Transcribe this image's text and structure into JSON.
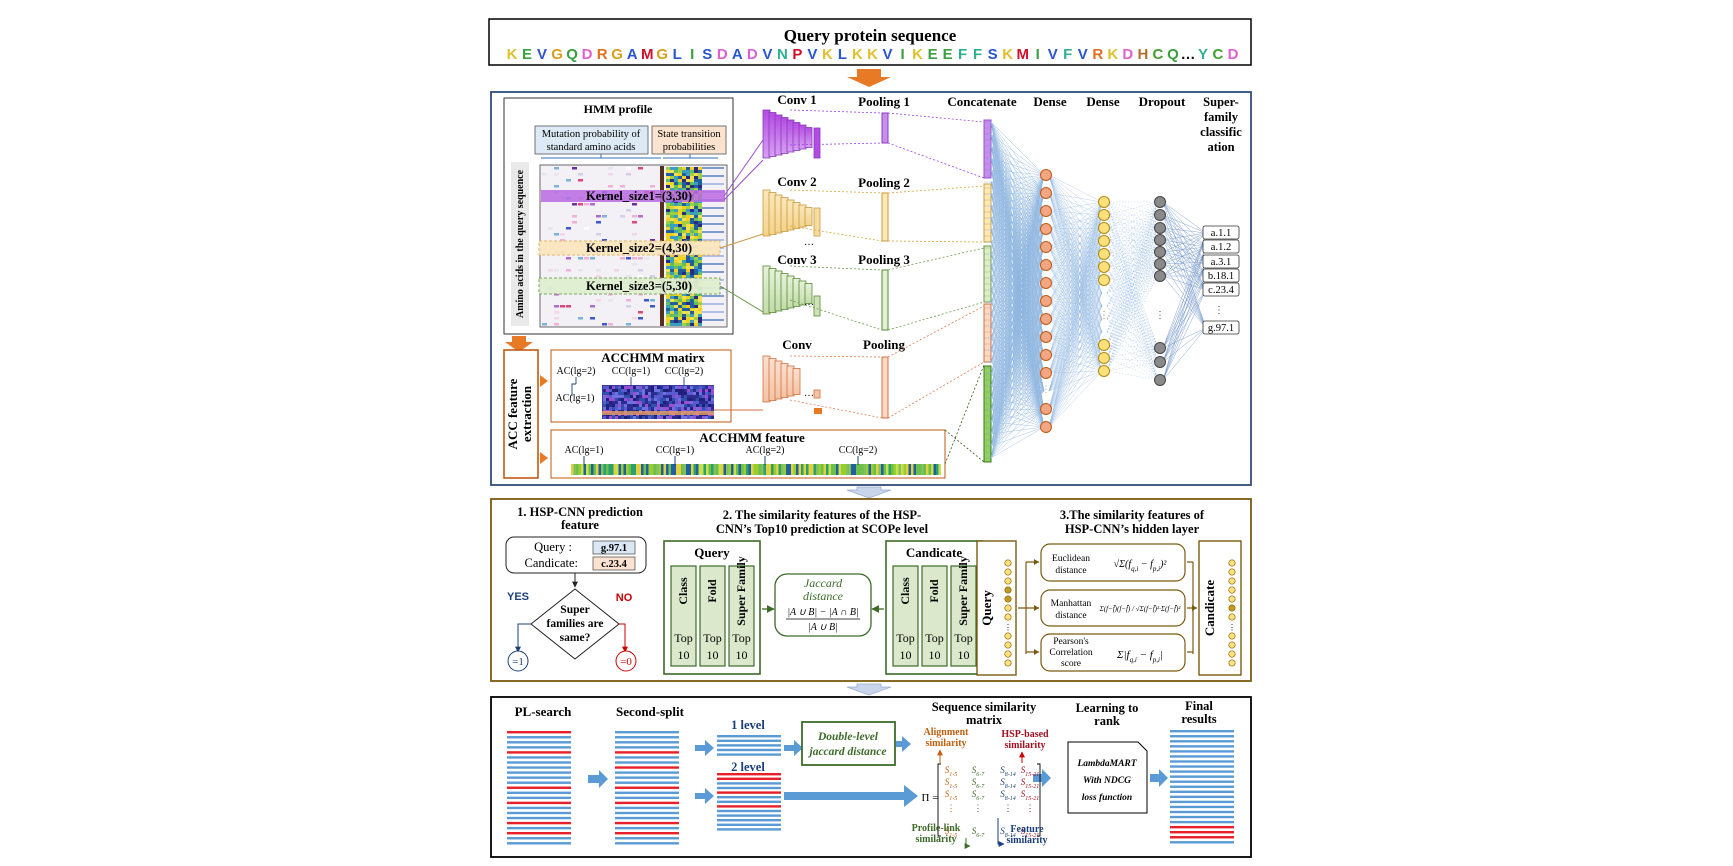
{
  "query": {
    "title": "Query protein sequence",
    "residues": [
      {
        "c": "K",
        "col": "#e0c030"
      },
      {
        "c": "E",
        "col": "#3aa040"
      },
      {
        "c": "V",
        "col": "#2a55d0"
      },
      {
        "c": "G",
        "col": "#d8a020"
      },
      {
        "c": "Q",
        "col": "#3aa040"
      },
      {
        "c": "D",
        "col": "#e060d0"
      },
      {
        "c": "R",
        "col": "#e07020"
      },
      {
        "c": "G",
        "col": "#d8a020"
      },
      {
        "c": "A",
        "col": "#2a55d0"
      },
      {
        "c": "M",
        "col": "#d0102a"
      },
      {
        "c": "G",
        "col": "#d8a020"
      },
      {
        "c": "L",
        "col": "#2a55d0"
      },
      {
        "c": "I",
        "col": "#3aa040"
      },
      {
        "c": "S",
        "col": "#2a55d0"
      },
      {
        "c": "D",
        "col": "#e060d0"
      },
      {
        "c": "A",
        "col": "#2a55d0"
      },
      {
        "c": "D",
        "col": "#e060d0"
      },
      {
        "c": "V",
        "col": "#2a55d0"
      },
      {
        "c": "N",
        "col": "#30b090"
      },
      {
        "c": "P",
        "col": "#d0102a"
      },
      {
        "c": "V",
        "col": "#2a55d0"
      },
      {
        "c": "K",
        "col": "#e0c030"
      },
      {
        "c": "L",
        "col": "#2a55d0"
      },
      {
        "c": "K",
        "col": "#e0c030"
      },
      {
        "c": "K",
        "col": "#e0c030"
      },
      {
        "c": "V",
        "col": "#2a55d0"
      },
      {
        "c": "I",
        "col": "#3aa040"
      },
      {
        "c": "K",
        "col": "#e0c030"
      },
      {
        "c": "E",
        "col": "#3aa040"
      },
      {
        "c": "E",
        "col": "#3aa040"
      },
      {
        "c": "F",
        "col": "#30b090"
      },
      {
        "c": "F",
        "col": "#30b090"
      },
      {
        "c": "S",
        "col": "#2a55d0"
      },
      {
        "c": "K",
        "col": "#e0c030"
      },
      {
        "c": "M",
        "col": "#d0102a"
      },
      {
        "c": "I",
        "col": "#3aa040"
      },
      {
        "c": "V",
        "col": "#2a55d0"
      },
      {
        "c": "F",
        "col": "#30b090"
      },
      {
        "c": "V",
        "col": "#2a55d0"
      },
      {
        "c": "R",
        "col": "#e07020"
      },
      {
        "c": "K",
        "col": "#e0c030"
      },
      {
        "c": "D",
        "col": "#e060d0"
      },
      {
        "c": "H",
        "col": "#b07030"
      },
      {
        "c": "C",
        "col": "#40a030"
      },
      {
        "c": "Q",
        "col": "#3aa040"
      },
      {
        "c": "…",
        "col": "#111111"
      },
      {
        "c": "Y",
        "col": "#30b090"
      },
      {
        "c": "C",
        "col": "#40a030"
      },
      {
        "c": "D",
        "col": "#e060d0"
      }
    ]
  },
  "panel1": {
    "hmm_title": "HMM profile",
    "mutation_label": "Mutation probability of standard amino acids",
    "state_label": "State transition probabilities",
    "vertical_label": "Amino acids in the query sequence",
    "kernel1": "Kernel_size1=(3,30)",
    "kernel2": "Kernel_size2=(4,30)",
    "kernel3": "Kernel_size3=(5,30)",
    "acc_side_label": "ACC feature extraction",
    "acchmm_matrix_title": "ACCHMM matirx",
    "ac_lg2": "AC(lg=2)",
    "cc_lg1": "CC(lg=1)",
    "cc_lg2": "CC(lg=2)",
    "ac_lg1": "AC(lg=1)",
    "acchmm_feature_title": "ACCHMM feature",
    "conv1": "Conv 1",
    "conv2": "Conv 2",
    "conv3": "Conv 3",
    "conv": "Conv",
    "pool1": "Pooling 1",
    "pool2": "Pooling 2",
    "pool3": "Pooling 3",
    "pool": "Pooling",
    "concat": "Concatenate",
    "dense1": "Dense",
    "dense2": "Dense",
    "dropout": "Dropout",
    "superfamily_header": [
      "Super-",
      "family",
      "classific",
      "ation"
    ],
    "classes": [
      "a.1.1",
      "a.1.2",
      "a.3.1",
      "b.18.1",
      "c.23.4",
      "g.97.1"
    ]
  },
  "panel2": {
    "s1_title_a": "1. HSP-CNN prediction",
    "s1_title_b": "feature",
    "query_label": "Query :",
    "query_value": "g.97.1",
    "cand_label": "Candicate:",
    "cand_value": "c.23.4",
    "yes": "YES",
    "no": "NO",
    "decision": [
      "Super",
      "families are",
      "same?"
    ],
    "yes_result": "=1",
    "no_result": "=0",
    "s2_title_a": "2. The similarity features of  the HSP-",
    "s2_title_b": "CNN’s  Top10 prediction at SCOPe level",
    "query_box": "Query",
    "candicate_box": "Candicate",
    "columns": [
      "Class",
      "Fold",
      "Super Family"
    ],
    "top": "Top",
    "ten": "10",
    "jaccard": [
      "Jaccard",
      "distance"
    ],
    "jaccard_num": "|A ∪ B| − |A ∩ B|",
    "jaccard_den": "|A ∪ B|",
    "s3_title_a": "3.The similarity features of",
    "s3_title_b": "HSP-CNN’s hidden layer",
    "euclid": [
      "Euclidean",
      "distance"
    ],
    "manhattan": [
      "Manhattan",
      "distance"
    ],
    "pearson": [
      "Pearson's",
      "Correlation",
      "score"
    ],
    "query_vert": "Query",
    "cand_vert": "Candicate"
  },
  "panel3": {
    "pl_search": "PL-search",
    "second_split": "Second-split",
    "level1": "1 level",
    "level2": "2 level",
    "double_level": [
      "Double-level",
      "jaccard distance"
    ],
    "ssm_title": [
      "Sequence similarity",
      "matrix"
    ],
    "alignment": [
      "Alignment",
      "similarity"
    ],
    "hsp_based": [
      "HSP-based",
      "similarity"
    ],
    "profile_link": [
      "Profile-link",
      "similarity"
    ],
    "feature": [
      "Feature",
      "similarity"
    ],
    "matrix_symbol": "Π =",
    "ltr_title": [
      "Learning to",
      "rank"
    ],
    "lambdamart": [
      "LambdaMART",
      "With NDCG",
      "loss function"
    ],
    "final": [
      "Final",
      "results"
    ]
  },
  "colors": {
    "panel_border": "#2f4d7a",
    "panel2_border": "#7a5a10",
    "orange": "#e87a25",
    "green_box": "#3e6b2a",
    "kernel1": "#c07ee8",
    "kernel2": "#f3d79a",
    "kernel3": "#cfe3b8",
    "blue_line": "#5b9bd5",
    "red_line": "#e8202a"
  }
}
